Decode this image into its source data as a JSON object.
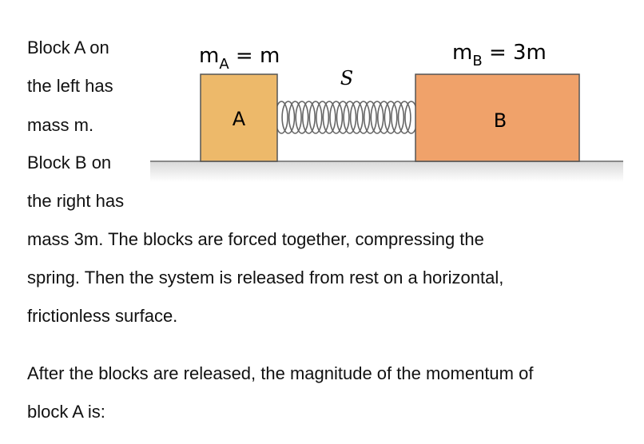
{
  "problem": {
    "lines": [
      "Block A on",
      "the left has",
      "mass m.",
      "Block B on",
      "the right has",
      "mass 3m. The blocks are forced together, compressing the",
      "spring.  Then the system is released from rest on a horizontal,",
      "frictionless surface."
    ],
    "question_lines": [
      "After the blocks are released, the magnitude of the momentum of",
      "block A is:"
    ]
  },
  "figure": {
    "mass_a": {
      "symbol": "m",
      "subscript": "A",
      "rest": " = m"
    },
    "mass_b": {
      "symbol": "m",
      "subscript": "B",
      "rest": " = 3m"
    },
    "spring_label": "S",
    "block_a_label": "A",
    "block_b_label": "B",
    "colors": {
      "block_a": "#EDB96A",
      "block_b": "#F0A26A",
      "block_border": "#555555",
      "ground": "#888888",
      "spring": "#666666"
    }
  }
}
